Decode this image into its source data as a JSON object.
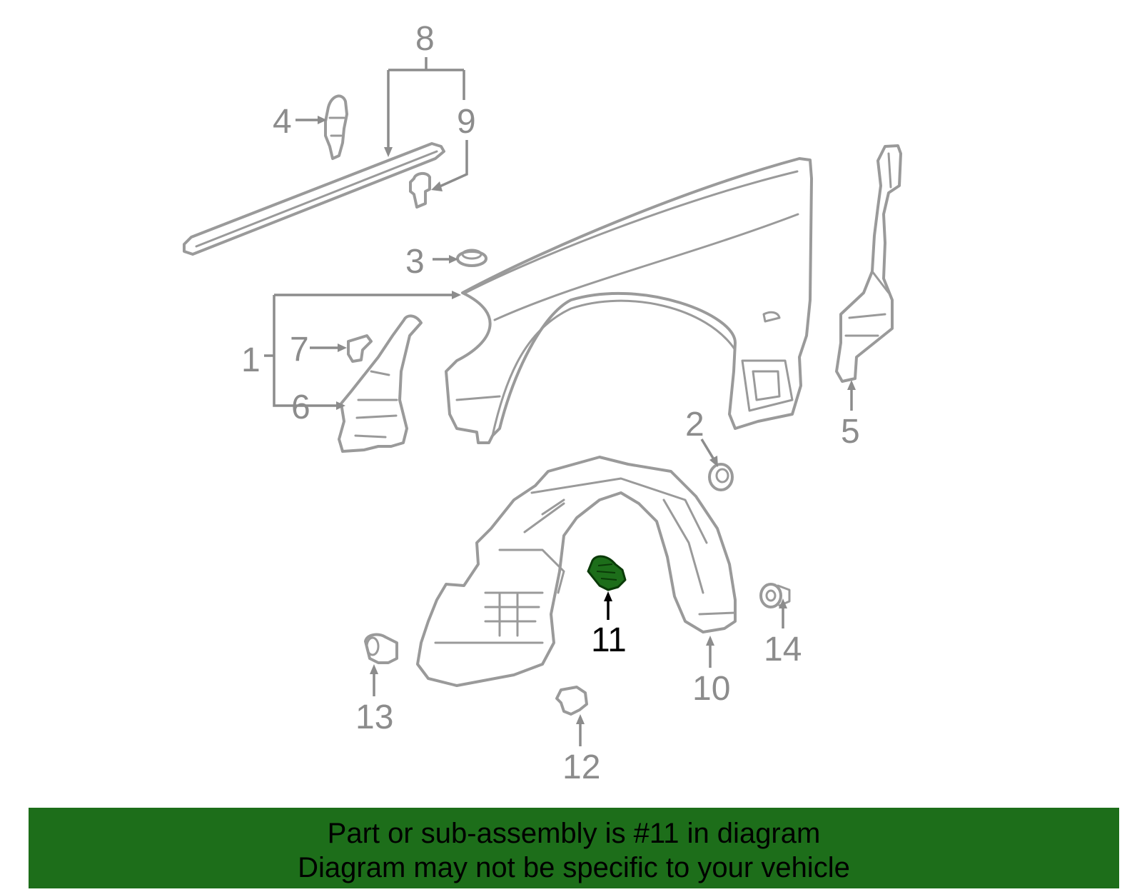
{
  "diagram": {
    "callouts": [
      "1",
      "2",
      "3",
      "4",
      "5",
      "6",
      "7",
      "8",
      "9",
      "10",
      "11",
      "12",
      "13",
      "14"
    ],
    "highlighted_callout": "11",
    "highlight_color": "#1d6e1a",
    "line_color": "#9a9a9a"
  },
  "banner": {
    "line1": "Part or sub-assembly is #11 in diagram",
    "line2": "Diagram may not be specific to your vehicle",
    "background": "#1d6e1a"
  }
}
